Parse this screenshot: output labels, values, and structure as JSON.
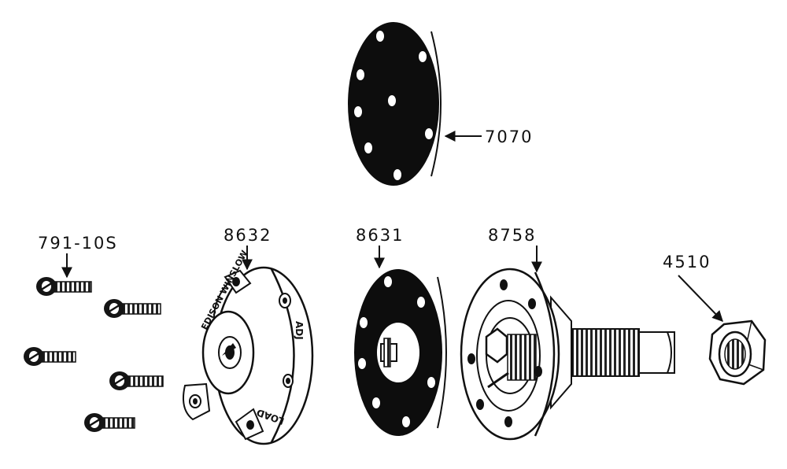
{
  "part_numbers": {
    "diaphragm_top": "7070",
    "screws": "791-10S",
    "cap": "8632",
    "diaphragm": "8631",
    "body": "8758",
    "nut": "4510"
  },
  "embossing": {
    "brand": "EDISON WINSLOW",
    "adj": "ADJ",
    "load": "LOAD"
  },
  "colors": {
    "ink": "#111111",
    "paper": "#ffffff",
    "rubber": "#0d0d0d"
  }
}
